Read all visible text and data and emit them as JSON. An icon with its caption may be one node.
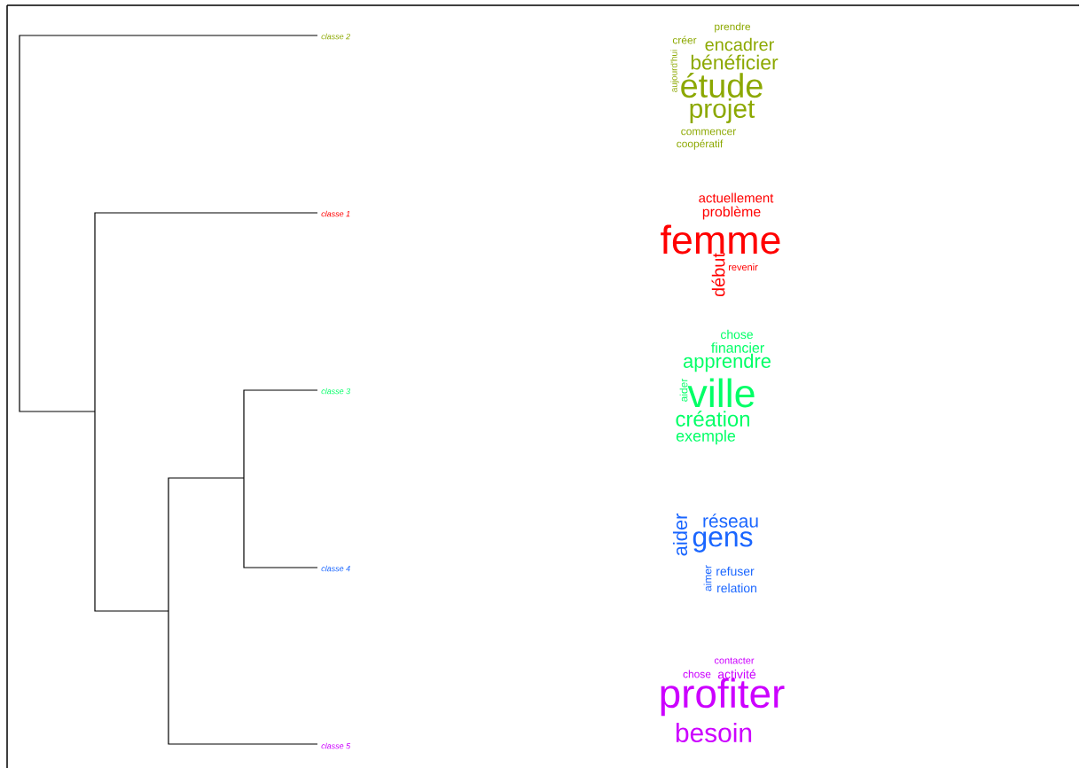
{
  "diagram": {
    "labels": [
      "classe 2",
      "prendre",
      "créer",
      "encadrer",
      "bénéficier",
      "aujourd'hui",
      "étude",
      "projet",
      "commencer",
      "coopératif",
      "classe 1",
      "actuellement",
      "problème",
      "femme",
      "début",
      "revenir",
      "classe 3",
      "chose",
      "financier",
      "apprendre",
      "aider",
      "ville",
      "création",
      "exemple",
      "classe 4",
      "aider",
      "réseau",
      "gens",
      "aimer",
      "refuser",
      "relation",
      "classe 5",
      "contacter",
      "chose",
      "activité",
      "profiter",
      "besoin"
    ]
  }
}
